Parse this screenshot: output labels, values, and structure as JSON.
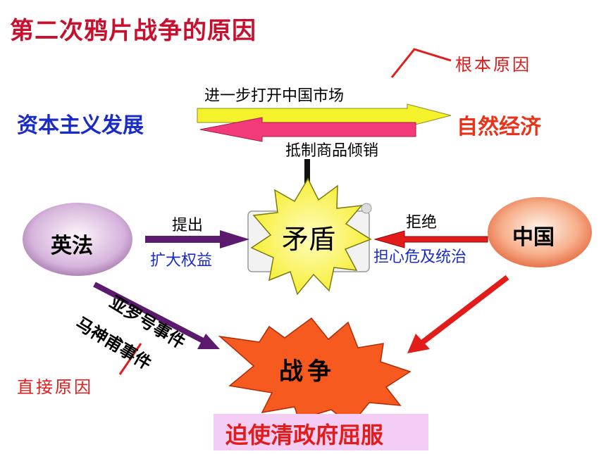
{
  "title": "第二次鸦片战争的原因",
  "root_cause": "根本原因",
  "direct_cause": "直接原因",
  "top_arrow_label": "进一步打开中国市场",
  "left_topic": "资本主义发展",
  "right_topic": "自然经济",
  "bottom_arrow_label": "抵制商品倾销",
  "left_party": "英法",
  "right_party": "中国",
  "left_arrow_top": "提出",
  "left_arrow_bottom": "扩大权益",
  "right_arrow_top": "拒绝",
  "right_arrow_bottom": "担心危及统治",
  "conflict": "矛盾",
  "event1": "亚罗号事件",
  "event2": "马神甫事件",
  "war": "战争",
  "result": "迫使清政府屈服",
  "colors": {
    "title_red": "#c8102e",
    "blue": "#1a2cc8",
    "orange_red": "#e8321a",
    "star_yellow": "#fbf84a",
    "burst_orange": "#f65a1e",
    "purple": "#5c1a6e",
    "result_bg": "#f3cdf3"
  }
}
